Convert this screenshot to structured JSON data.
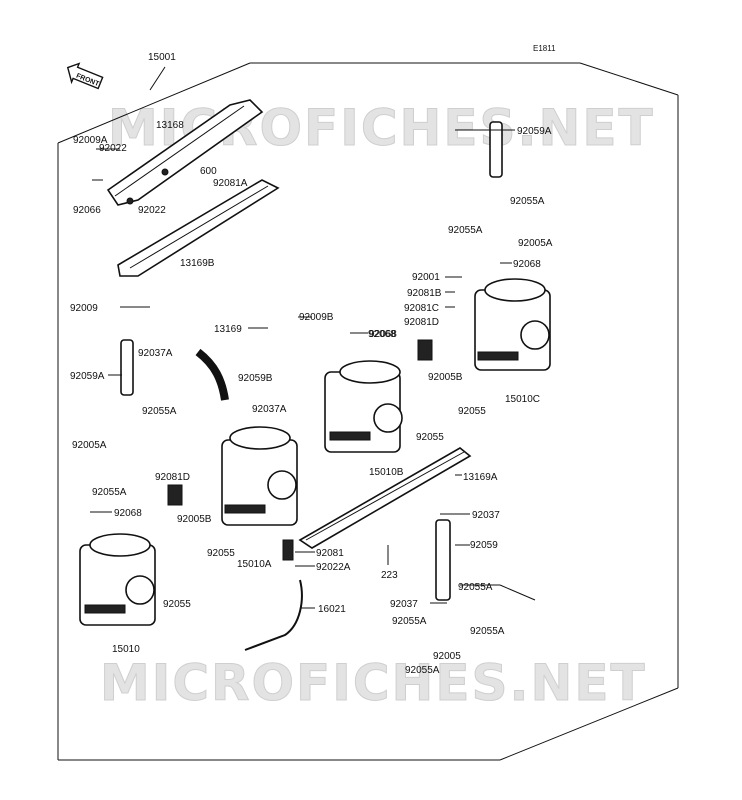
{
  "diagram_code": "E1811",
  "front_label": "FRONT",
  "watermark_text": "MICROFICHES.NET",
  "colors": {
    "ink": "#111111",
    "watermark": "#e3e3e3",
    "background": "#ffffff"
  },
  "parts": {
    "p15001": "15001",
    "p13168": "13168",
    "p92009A": "92009A",
    "p92022_a": "92022",
    "p600": "600",
    "p92081A": "92081A",
    "p92066": "92066",
    "p92022_b": "92022",
    "p13169B": "13169B",
    "p92009": "92009",
    "p13169": "13169",
    "p92009B": "92009B",
    "p92068_mid": "92068",
    "p92081D_right": "92081D",
    "p92037A_top": "92037A",
    "p92059A_left": "92059A",
    "p92059B": "92059B",
    "p92055A_left": "92055A",
    "p92037A_mid": "92037A",
    "p92005A_left": "92005A",
    "p92055A_left2": "92055A",
    "p92081D_left": "92081D",
    "p92068_left": "92068",
    "p92005B_left": "92005B",
    "p92055_left": "92055",
    "p15010A": "15010A",
    "p92055_c": "92055",
    "p15010": "15010",
    "p92081": "92081",
    "p92022A": "92022A",
    "p16021": "16021",
    "p223": "223",
    "p92059A_right": "92059A",
    "p92055A_r1": "92055A",
    "p92055A_r2": "92055A",
    "p92005A_right": "92005A",
    "p92068_right": "92068",
    "p92001": "92001",
    "p92081B": "92081B",
    "p92081C": "92081C",
    "p92068_c": "92068",
    "p92005B_right": "92005B",
    "p92055_r": "92055",
    "p15010C": "15010C",
    "p92055_mid": "92055",
    "p15010B": "15010B",
    "p13169A": "13169A",
    "p92037": "92037",
    "p92059": "92059",
    "p92037_b": "92037",
    "p92055A_b1": "92055A",
    "p92055A_b2": "92055A",
    "p92055A_b3": "92055A",
    "p92005": "92005",
    "p92055A_b4": "92055A"
  }
}
